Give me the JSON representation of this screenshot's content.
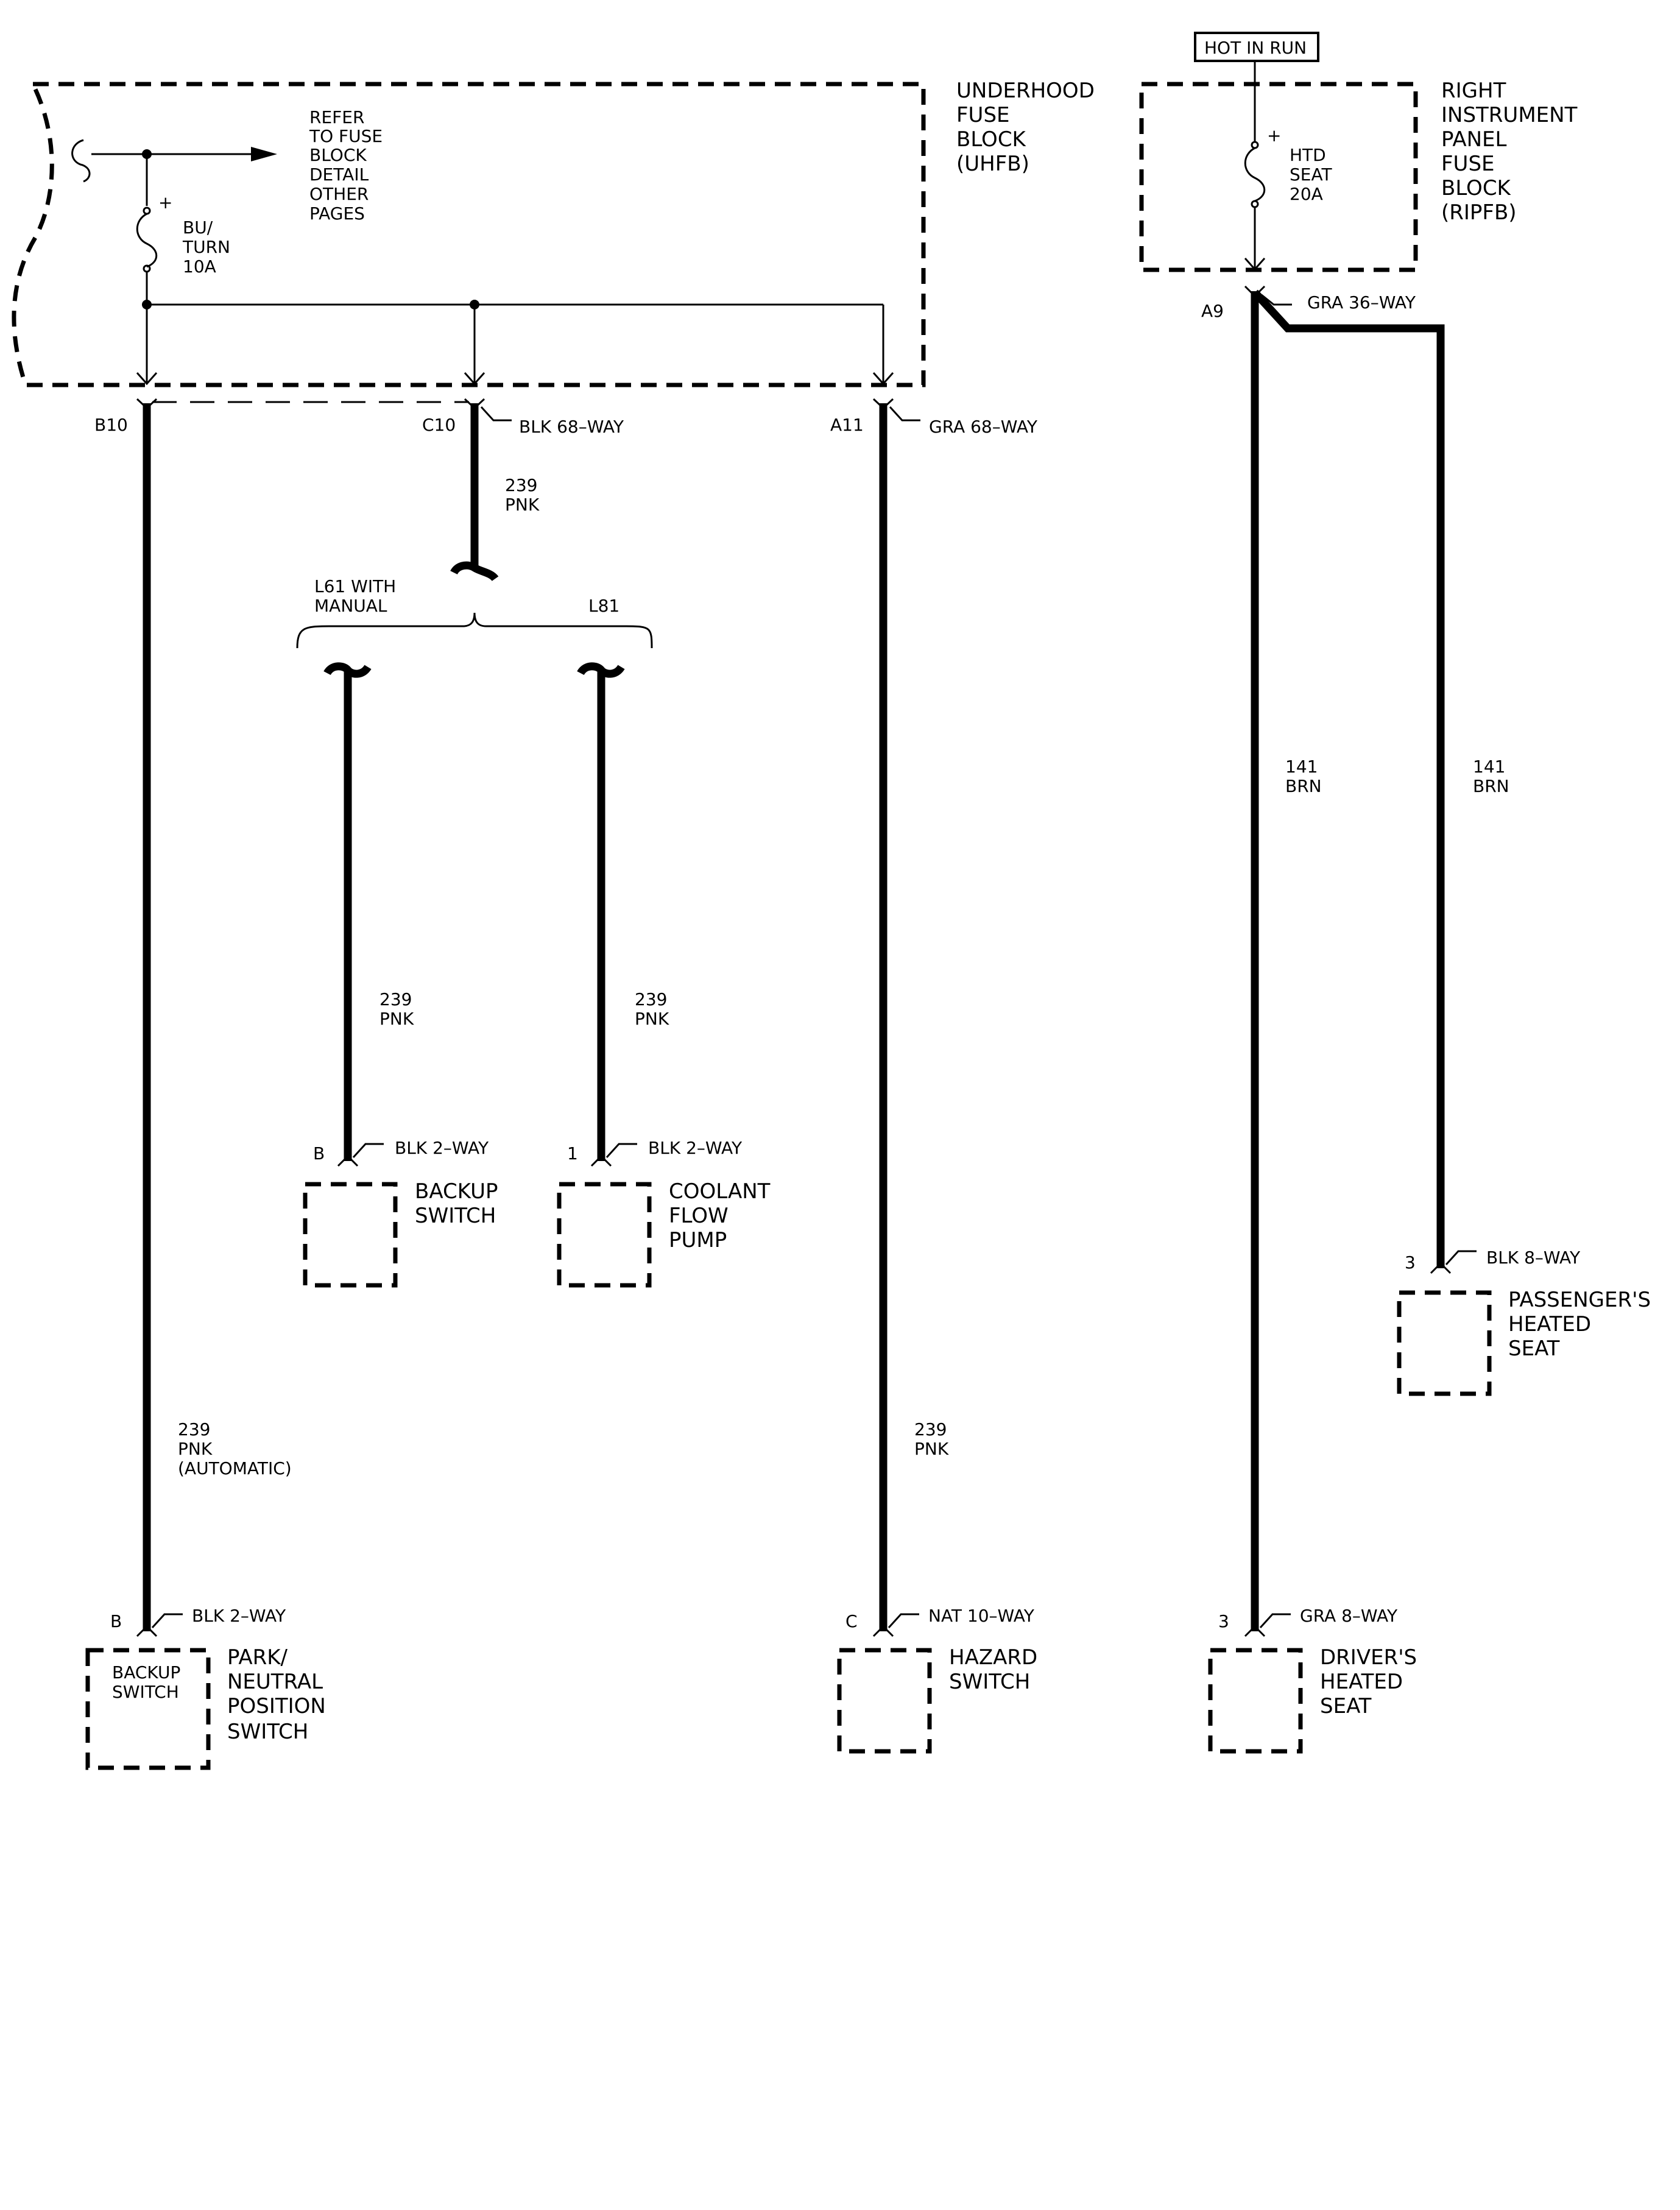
{
  "hot_in_run": "HOT IN RUN",
  "uhfb": {
    "name": [
      "UNDERHOOD",
      "FUSE",
      "BLOCK",
      "(UHFB)"
    ],
    "refer": [
      "REFER",
      "TO FUSE",
      "BLOCK",
      "DETAIL",
      "OTHER",
      "PAGES"
    ],
    "fuse": [
      "BU/",
      "TURN",
      "10A"
    ],
    "plus": "+"
  },
  "ripfb": {
    "name": [
      "RIGHT",
      "INSTRUMENT",
      "PANEL",
      "FUSE",
      "BLOCK",
      "(RIPFB)"
    ],
    "fuse": [
      "HTD",
      "SEAT",
      "20A"
    ],
    "plus": "+"
  },
  "connectors": {
    "b10": "B10",
    "c10": "C10",
    "c10_conn": "BLK 68–WAY",
    "a11": "A11",
    "a11_conn": "GRA 68–WAY",
    "a9": "A9",
    "a9_conn": "GRA 36–WAY"
  },
  "options": {
    "left": [
      "L61 WITH",
      "MANUAL"
    ],
    "right": "L81"
  },
  "wires": {
    "c10_down": [
      "239",
      "PNK"
    ],
    "backup_branch": [
      "239",
      "PNK"
    ],
    "coolant_branch": [
      "239",
      "PNK"
    ],
    "park_neutral": [
      "239",
      "PNK",
      "(AUTOMATIC)"
    ],
    "hazard": [
      "239",
      "PNK"
    ],
    "driver_seat": [
      "141",
      "BRN"
    ],
    "passenger_seat": [
      "141",
      "BRN"
    ]
  },
  "components": {
    "backup_switch": {
      "pin": "B",
      "connector": "BLK 2–WAY",
      "name": [
        "BACKUP",
        "SWITCH"
      ]
    },
    "coolant_flow_pump": {
      "pin": "1",
      "connector": "BLK 2–WAY",
      "name": [
        "COOLANT",
        "FLOW",
        "PUMP"
      ]
    },
    "park_neutral_switch": {
      "pin": "B",
      "connector": "BLK 2–WAY",
      "inner": [
        "BACKUP",
        "SWITCH"
      ],
      "name": [
        "PARK/",
        "NEUTRAL",
        "POSITION",
        "SWITCH"
      ]
    },
    "hazard_switch": {
      "pin": "C",
      "connector": "NAT 10–WAY",
      "name": [
        "HAZARD",
        "SWITCH"
      ]
    },
    "passengers_heated_seat": {
      "pin": "3",
      "connector": "BLK 8–WAY",
      "name": [
        "PASSENGER'S",
        "HEATED",
        "SEAT"
      ]
    },
    "drivers_heated_seat": {
      "pin": "3",
      "connector": "GRA 8–WAY",
      "name": [
        "DRIVER'S",
        "HEATED",
        "SEAT"
      ]
    }
  }
}
